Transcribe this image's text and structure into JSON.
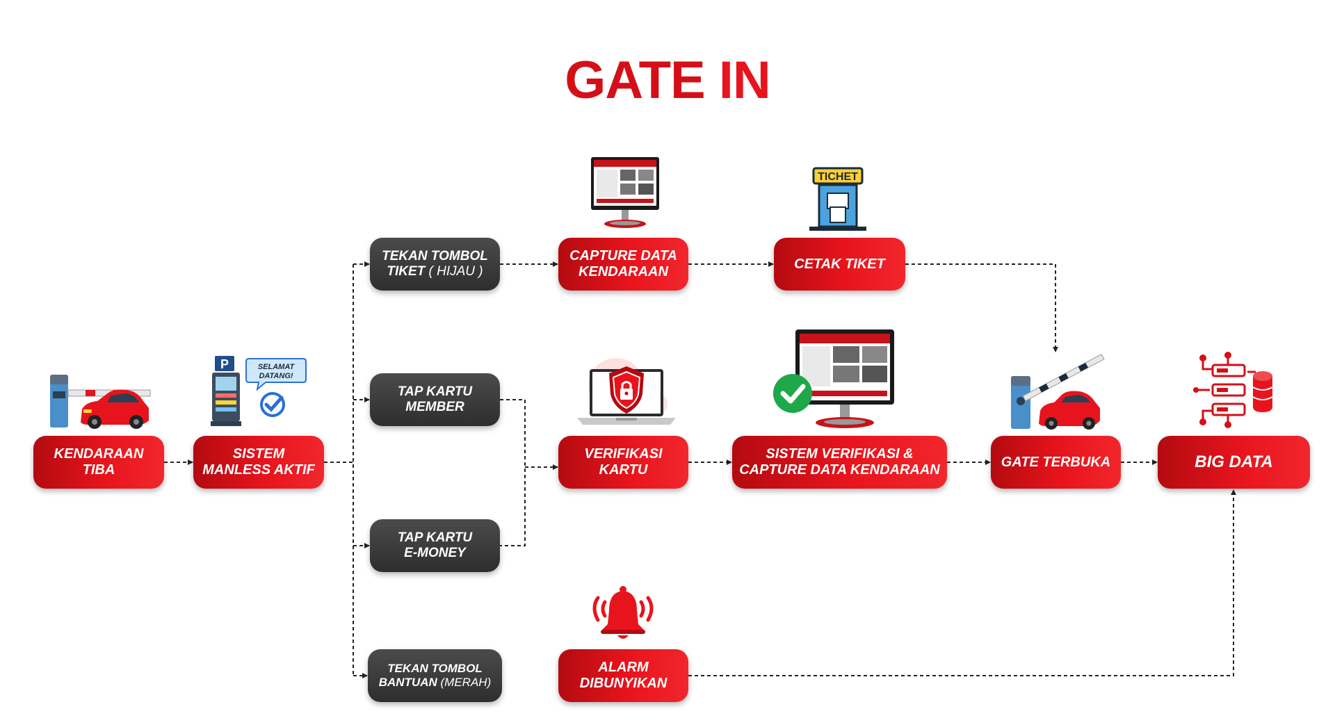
{
  "title": {
    "part1": "GATE ",
    "part2": "IN"
  },
  "nodes": {
    "kendaraan_tiba": {
      "line1": "KENDARAAN",
      "line2": "TIBA"
    },
    "sistem_manless": {
      "line1": "SISTEM",
      "line2": "MANLESS AKTIF"
    },
    "tekan_tombol_tiket": {
      "line1": "TEKAN TOMBOL",
      "line2_bold": "TIKET",
      "line2_normal": " ( HIJAU )"
    },
    "tap_kartu_member": {
      "line1": "TAP KARTU",
      "line2": "MEMBER"
    },
    "tap_kartu_emoney": {
      "line1": "TAP KARTU",
      "line2": "E-MONEY"
    },
    "tekan_tombol_bantuan": {
      "line1": "TEKAN TOMBOL",
      "line2_bold": "BANTUAN",
      "line2_normal": " (MERAH)"
    },
    "capture_data": {
      "line1": "CAPTURE DATA",
      "line2": "KENDARAAN"
    },
    "cetak_tiket": {
      "line1": "CETAK TIKET"
    },
    "verifikasi_kartu": {
      "line1": "VERIFIKASI",
      "line2": "KARTU"
    },
    "sistem_verifikasi": {
      "line1": "SISTEM VERIFIKASI &",
      "line2": "CAPTURE DATA KENDARAAN"
    },
    "gate_terbuka": {
      "line1": "GATE TERBUKA"
    },
    "big_data": {
      "line1": "BIG DATA"
    },
    "alarm": {
      "line1": "ALARM",
      "line2": "DIBUNYIKAN"
    }
  },
  "icons": {
    "ticket_sign": "TICHET",
    "speech_line1": "SELAMAT",
    "speech_line2": "DATANG!",
    "parking_sign": "P"
  },
  "colors": {
    "accent_red": "#e8141d",
    "dark_node": "#333333",
    "check_green": "#1ea84a",
    "check_blue": "#2a6fd6"
  }
}
